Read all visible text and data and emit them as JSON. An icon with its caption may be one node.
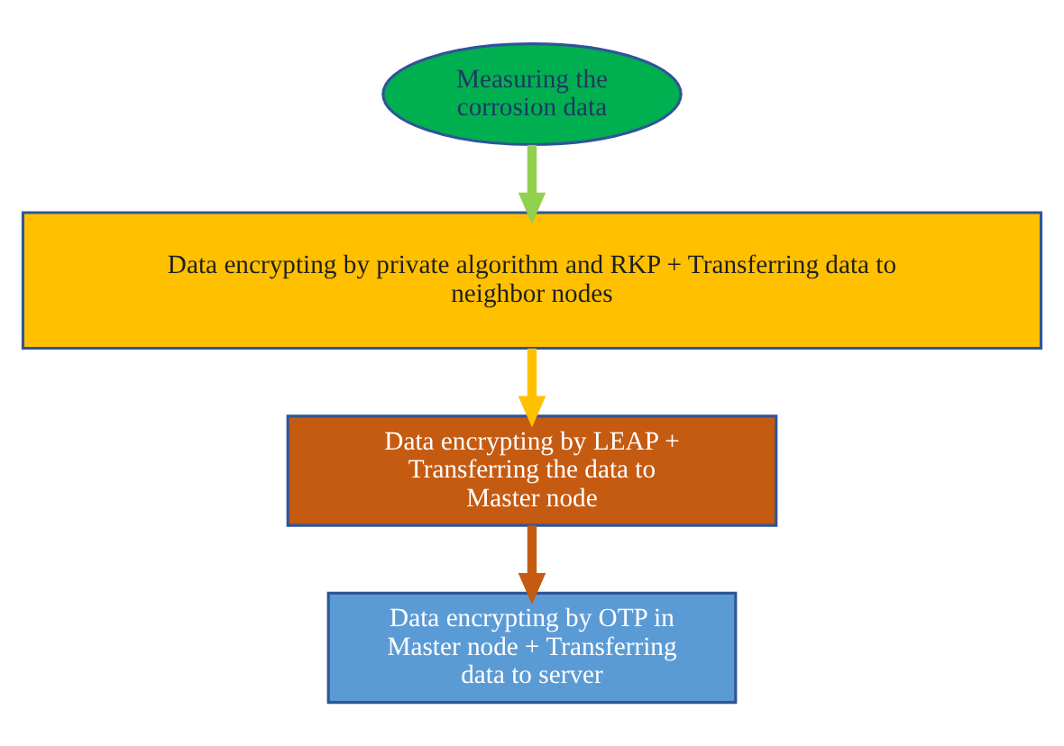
{
  "diagram": {
    "nodes": [
      {
        "text": [
          "Measuring the corrosion data"
        ]
      },
      {
        "text": [
          "Data encrypting by private algorithm and RKP + Transferring data to neighbor nodes"
        ]
      },
      {
        "text": [
          "Data encrypting by LEAP + Transferring the data to Master node"
        ]
      },
      {
        "text": [
          "Data encrypting by OTP in Master node + Transferring data to server"
        ]
      }
    ],
    "edges": [
      {
        "from": 0,
        "to": 1,
        "arrow": "to",
        "color": "#92d050"
      },
      {
        "from": 1,
        "to": 2,
        "arrow": "to",
        "color": "#ffc000"
      },
      {
        "from": 2,
        "to": 3,
        "arrow": "to",
        "color": "#c55a11"
      }
    ]
  }
}
